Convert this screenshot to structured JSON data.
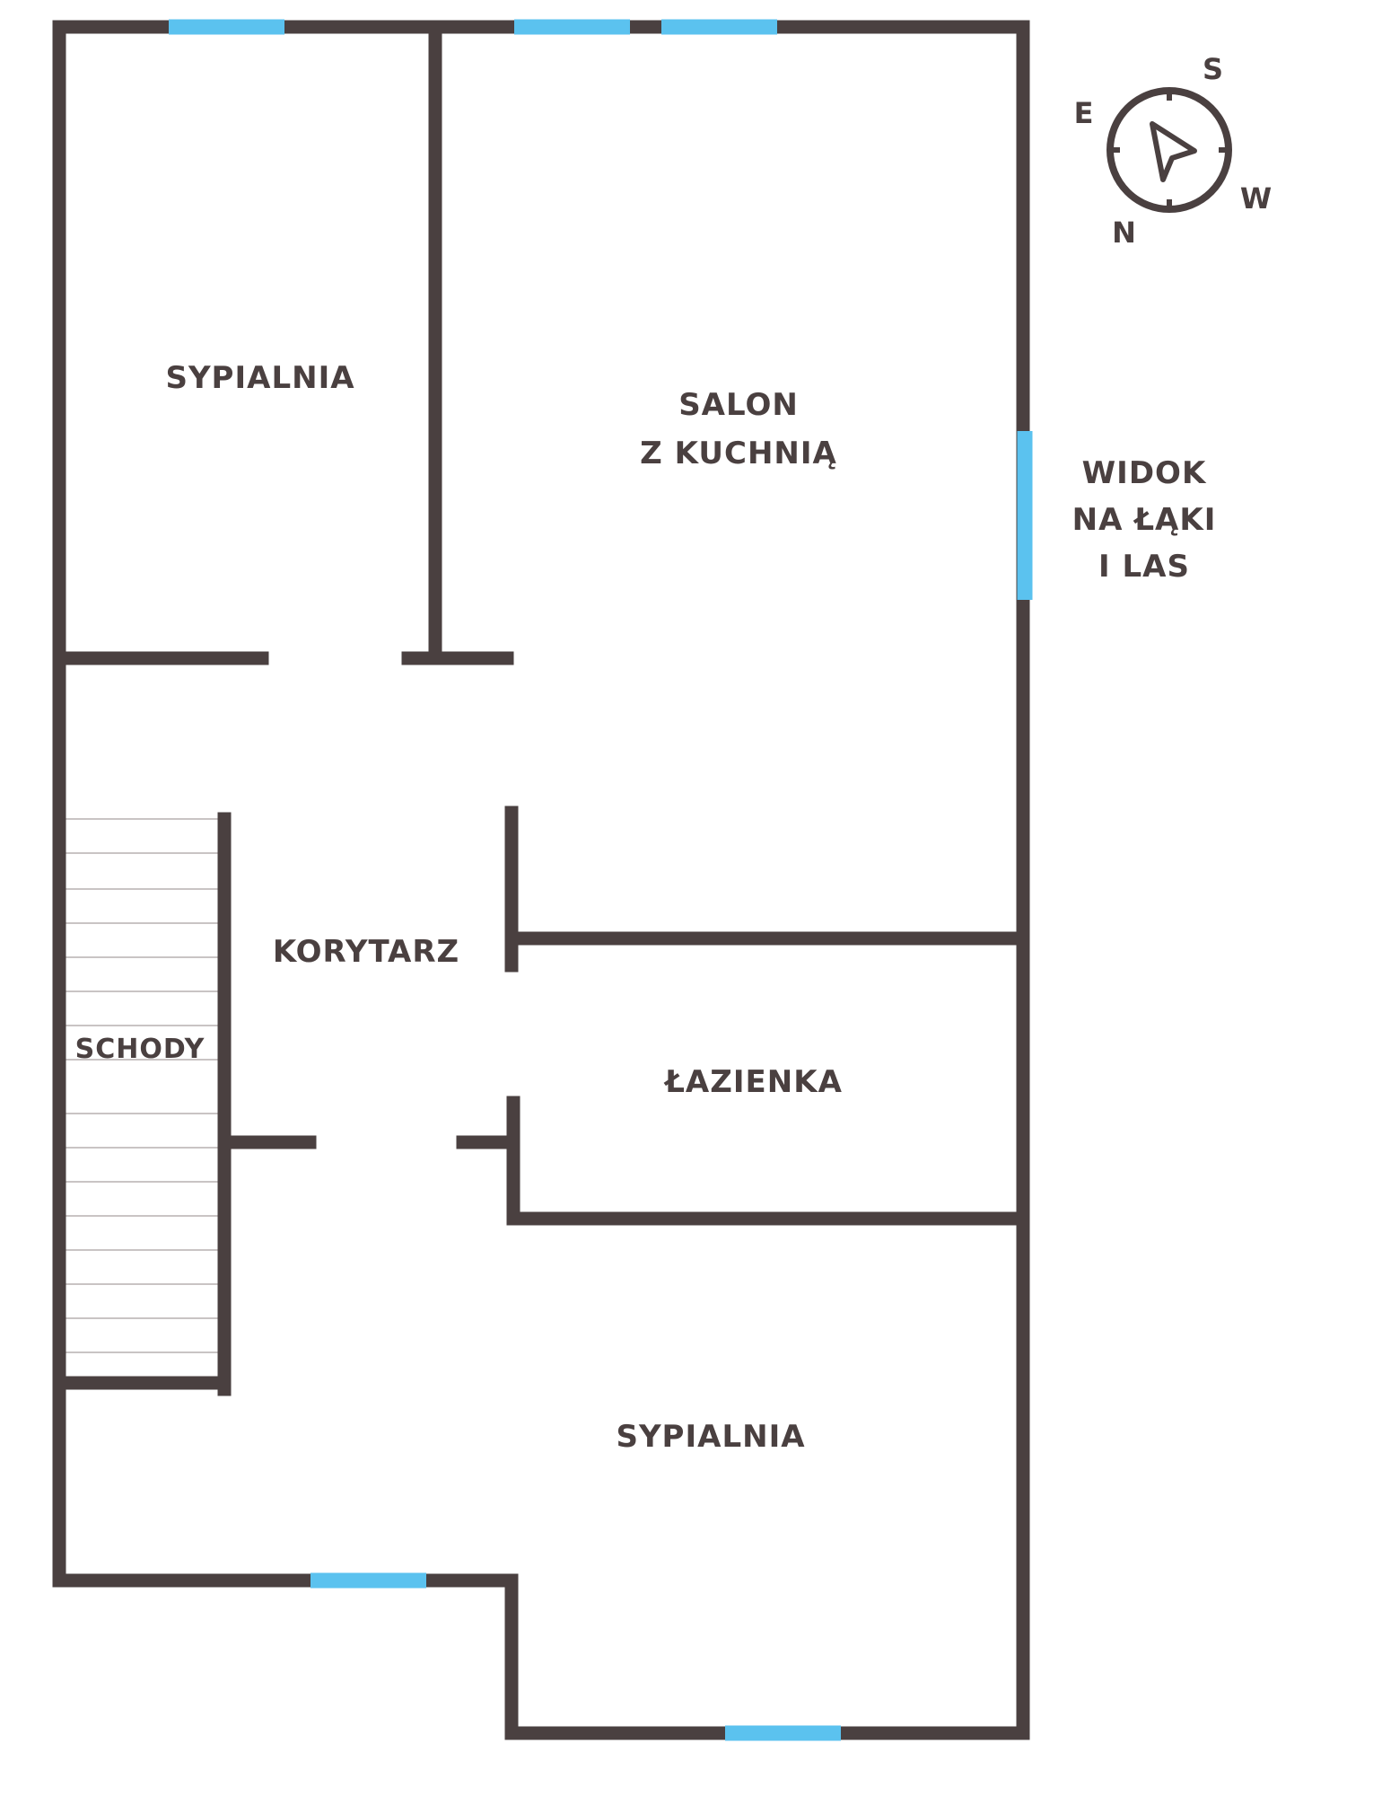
{
  "colors": {
    "wall": "#4a4040",
    "window": "#5bc2ef",
    "stair_line": "#c9c4c4",
    "text": "#4a4040",
    "background": "#ffffff"
  },
  "rooms": {
    "bedroom_top": "SYPIALNIA",
    "living_line1": "SALON",
    "living_line2": "Z KUCHNIĄ",
    "corridor": "KORYTARZ",
    "stairs": "SCHODY",
    "bathroom": "ŁAZIENKA",
    "bedroom_bottom": "SYPIALNIA"
  },
  "view_note": {
    "line1": "WIDOK",
    "line2": "NA ŁĄKI",
    "line3": "I LAS"
  },
  "compass": {
    "icon": "compass-icon",
    "north": "N",
    "east": "E",
    "south": "S",
    "west": "W"
  }
}
